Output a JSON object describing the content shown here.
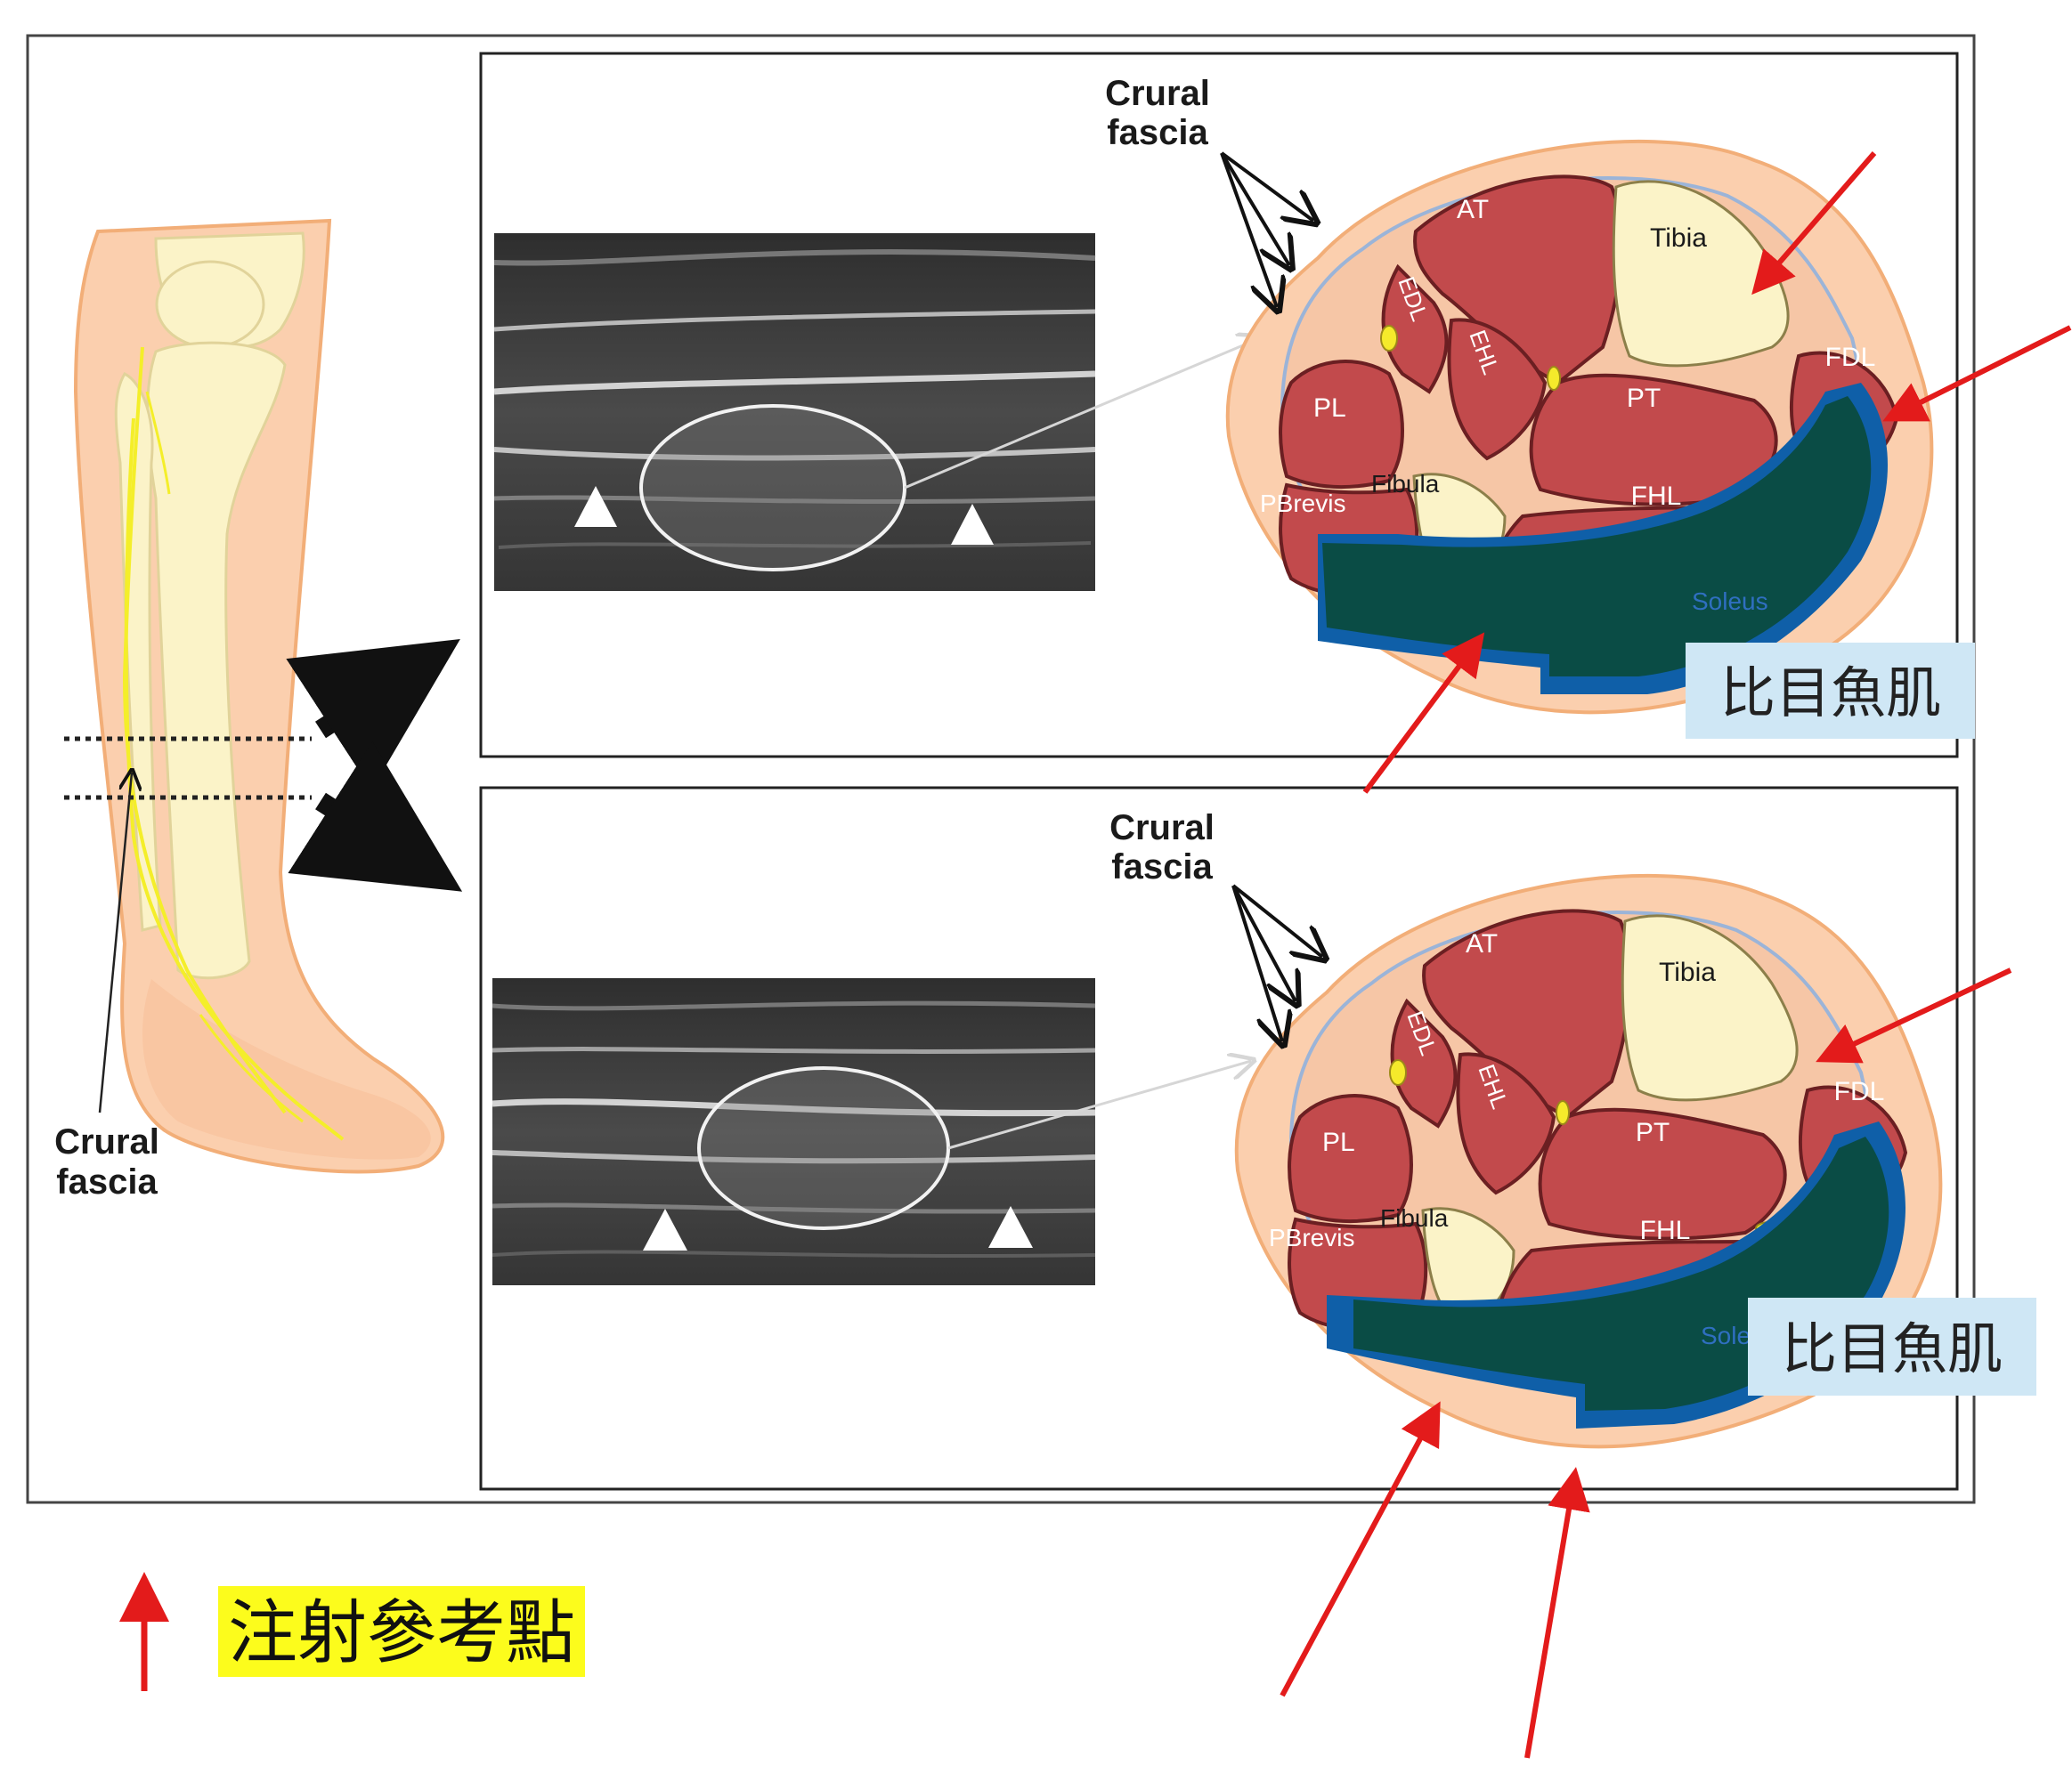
{
  "leg": {
    "label_line1": "Crural",
    "label_line2": "fascia"
  },
  "panels": [
    {
      "fascia_line1": "Crural",
      "fascia_line2": "fascia",
      "muscles": {
        "at": "AT",
        "tibia": "Tibia",
        "edl": "EDL",
        "ehl": "EHL",
        "fdl": "FDL",
        "pl": "PL",
        "pt": "PT",
        "pbrevis": "PBrevis",
        "fibula": "Fibula",
        "fhl": "FHL",
        "soleus": "Soleus"
      },
      "soleus_zh": "比目魚肌"
    },
    {
      "fascia_line1": "Crural",
      "fascia_line2": "fascia",
      "muscles": {
        "at": "AT",
        "tibia": "Tibia",
        "edl": "EDL",
        "ehl": "EHL",
        "fdl": "FDL",
        "pl": "PL",
        "pt": "PT",
        "pbrevis": "PBrevis",
        "fibula": "Fibula",
        "fhl": "FHL",
        "soleus": "Soleus"
      },
      "soleus_zh": "比目魚肌"
    }
  ],
  "legend": {
    "injection_reference": "注射參考點"
  },
  "colors": {
    "muscle": "#c24a4c",
    "bone": "#fbf3c8",
    "skin": "#fbcfae",
    "soleus": "#0a4c45",
    "soleus_fascia": "#0f5fa8",
    "arrow": "#e31b1b",
    "highlight": "#fcfc1c",
    "label_bg": "#cfe7f5"
  }
}
